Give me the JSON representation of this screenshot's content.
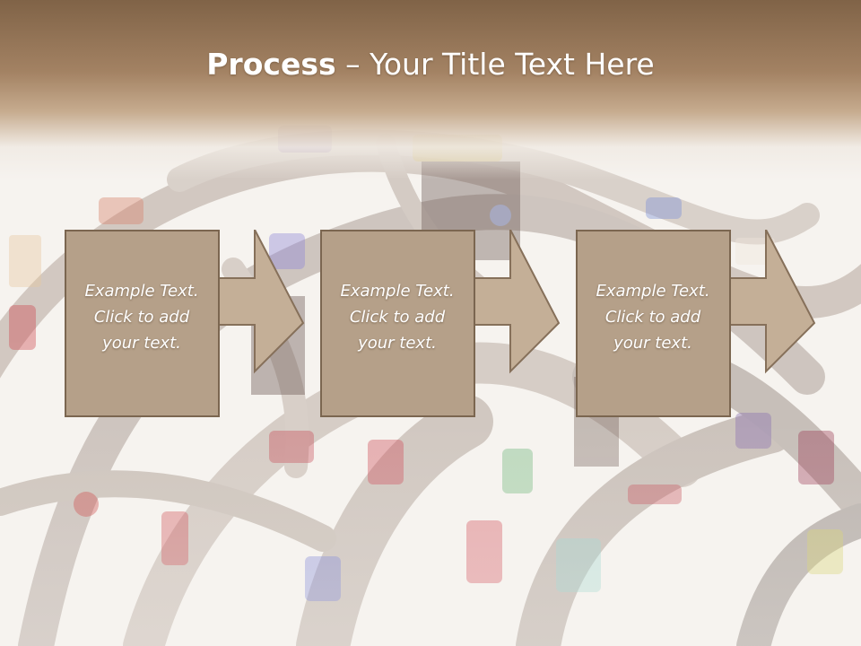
{
  "slide": {
    "title_bold": "Process",
    "title_rest": " – Your Title Text Here"
  },
  "steps": [
    {
      "line1": "Example Text.",
      "line2": "Click  to add",
      "line3": "your text."
    },
    {
      "line1": "Example Text.",
      "line2": "Click  to add",
      "line3": "your text."
    },
    {
      "line1": "Example Text.",
      "line2": "Click  to add",
      "line3": "your text."
    }
  ],
  "colors": {
    "header_top": "#806347",
    "box_fill": "#b5a089",
    "box_border": "#7b6650",
    "arrow_fill": "#c2ad95"
  }
}
